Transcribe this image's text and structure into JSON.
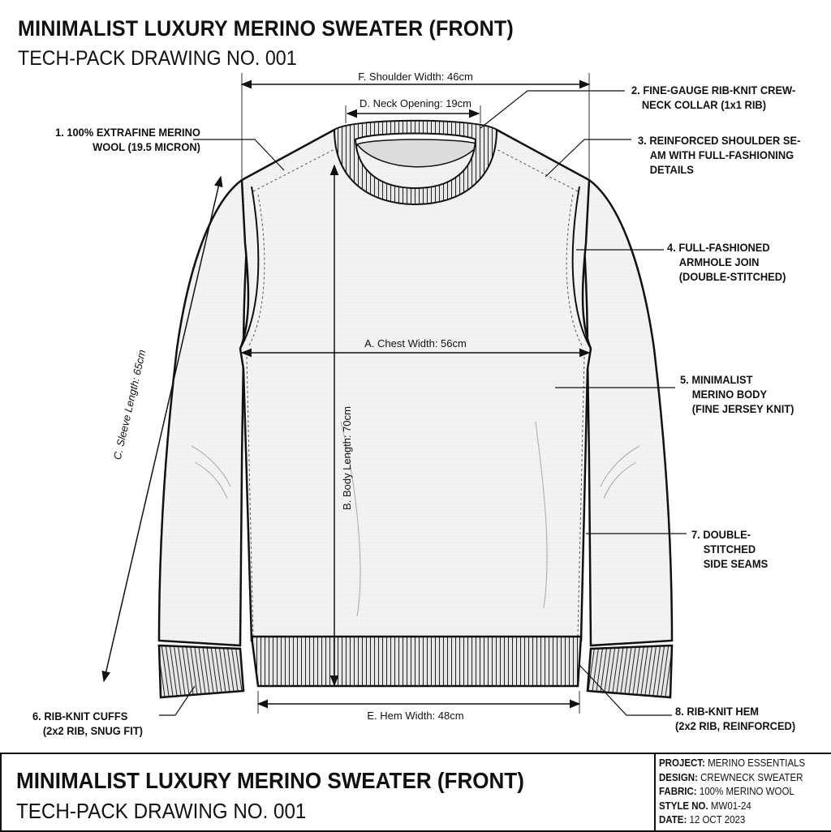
{
  "header": {
    "title": "MINIMALIST LUXURY MERINO SWEATER (FRONT)",
    "subtitle": "TECH-PACK DRAWING NO. 001"
  },
  "measurements": {
    "shoulder_width": "F. Shoulder Width: 46cm",
    "neck_opening": "D. Neck Opening: 19cm",
    "chest_width": "A. Chest Width: 56cm",
    "body_length": "B. Body Length: 70cm",
    "sleeve_length": "C. Sleeve Length: 65cm",
    "hem_width": "E. Hem Width: 48cm"
  },
  "callouts": {
    "c1": [
      "1. 100% EXTRAFINE MERINO",
      "WOOL (19.5 MICRON)"
    ],
    "c2": [
      "2. FINE-GAUGE RIB-KNIT CREW-",
      "NECK COLLAR (1x1 RIB)"
    ],
    "c3": [
      "3. REINFORCED SHOULDER SE-",
      "AM WITH FULL-FASHIONING",
      "DETAILS"
    ],
    "c4": [
      "4. FULL-FASHIONED",
      "ARMHOLE JOIN",
      "(DOUBLE-STITCHED)"
    ],
    "c5": [
      "5. MINIMALIST",
      "MERINO BODY",
      "(FINE JERSEY KNIT)"
    ],
    "c6": [
      "6. RIB-KNIT CUFFS",
      "(2x2 RIB, SNUG FIT)"
    ],
    "c7": [
      "7. DOUBLE-",
      "STITCHED",
      "SIDE SEAMS"
    ],
    "c8": [
      "8. RIB-KNIT HEM",
      "(2x2 RIB, REINFORCED)"
    ]
  },
  "title_block": {
    "title": "MINIMALIST LUXURY MERINO SWEATER (FRONT)",
    "subtitle": "TECH-PACK DRAWING NO. 001",
    "info": [
      {
        "key": "PROJECT:",
        "value": "MERINO ESSENTIALS"
      },
      {
        "key": "DESIGN:",
        "value": "CREWNECK SWEATER"
      },
      {
        "key": "FABRIC:",
        "value": "100% MERINO WOOL"
      },
      {
        "key": "STYLE NO.",
        "value": "MW01-24"
      },
      {
        "key": "DATE:",
        "value": "12 OCT 2023"
      }
    ]
  },
  "colors": {
    "ink": "#111111",
    "garment_fill": "#f4f4f4",
    "rib_fill": "#e2e2e2"
  }
}
